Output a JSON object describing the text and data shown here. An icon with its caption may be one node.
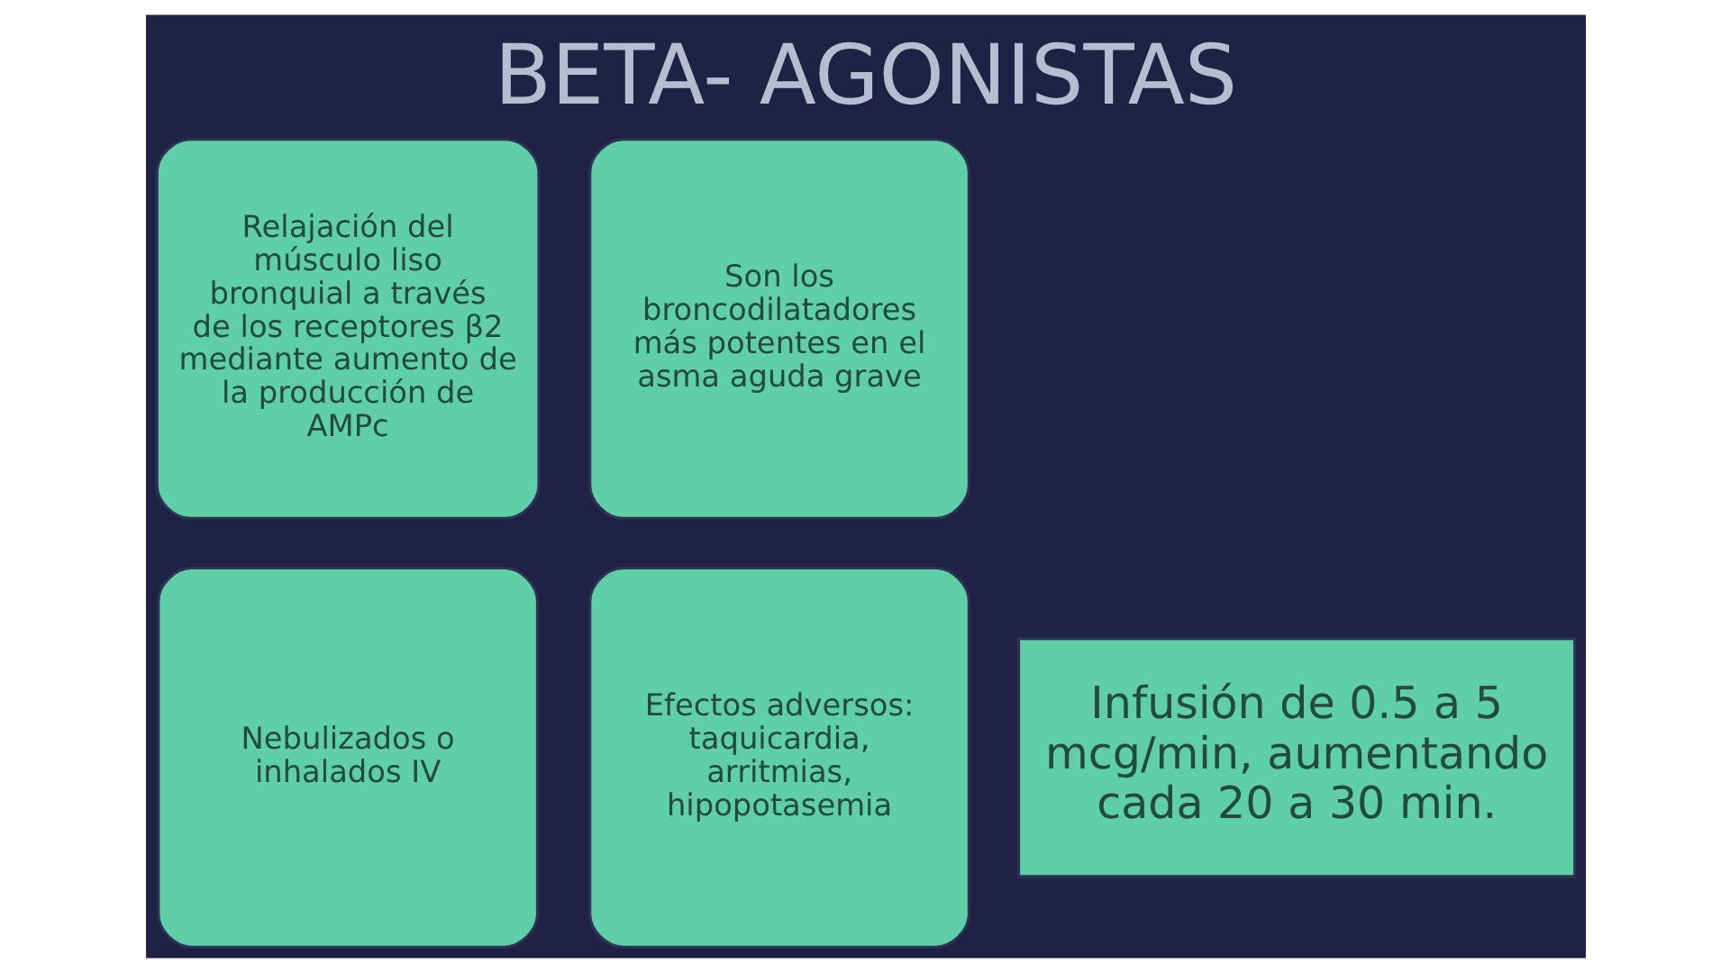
{
  "diagram": {
    "title": "BETA- AGONISTAS",
    "nodes": [
      {
        "text": [
          "Relajación del músculo liso bronquial a través de los receptores β2 mediante aumento de la producción de AMPc"
        ]
      },
      {
        "text": [
          "Son los broncodilatadores más potentes en el asma aguda grave"
        ]
      },
      {
        "text": [
          "Nebulizados o inhalados IV"
        ]
      },
      {
        "text": [
          "Efectos adversos: taquicardia, arritmias, hipopotasemia"
        ]
      },
      {
        "text": [
          "Infusión de 0.5 a 5 mcg/min, aumentando cada 20 a 30 min."
        ]
      }
    ],
    "edges": []
  }
}
